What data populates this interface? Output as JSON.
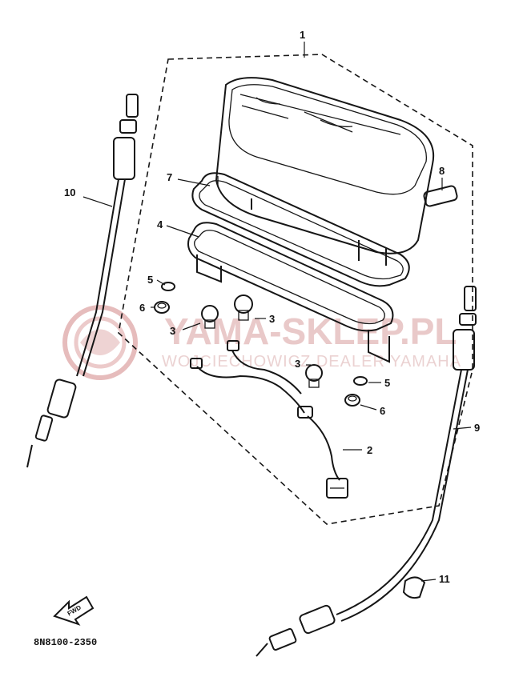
{
  "diagram": {
    "code": "8N8100-2350",
    "fwd_label": "FWD",
    "colors": {
      "ink": "#161616",
      "watermark": "#e6c3c3",
      "background": "#ffffff"
    }
  },
  "watermark": {
    "main": "YAMA-SKLEP.PL",
    "sub": "WOJCIECHOWICZ DEALER YAMAHA"
  },
  "callouts": [
    {
      "id": "p1",
      "text": "1"
    },
    {
      "id": "p2",
      "text": "2"
    },
    {
      "id": "p3a",
      "text": "3"
    },
    {
      "id": "p3b",
      "text": "3"
    },
    {
      "id": "p3c",
      "text": "3"
    },
    {
      "id": "p4",
      "text": "4"
    },
    {
      "id": "p5a",
      "text": "5"
    },
    {
      "id": "p5b",
      "text": "5"
    },
    {
      "id": "p6a",
      "text": "6"
    },
    {
      "id": "p6b",
      "text": "6"
    },
    {
      "id": "p7",
      "text": "7"
    },
    {
      "id": "p8",
      "text": "8"
    },
    {
      "id": "p9",
      "text": "9"
    },
    {
      "id": "p10",
      "text": "10"
    },
    {
      "id": "p11",
      "text": "11"
    }
  ]
}
